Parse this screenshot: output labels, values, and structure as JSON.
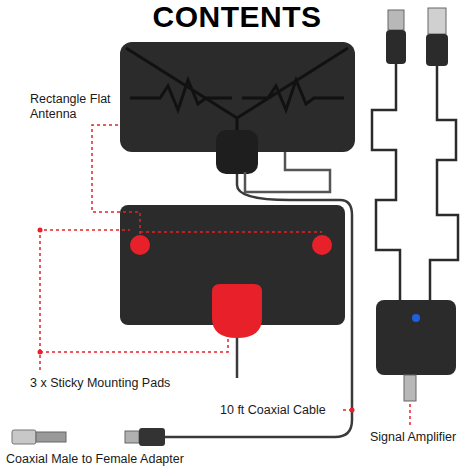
{
  "diagram": {
    "title": "CONTENTS",
    "labels": [
      "Rectangle Flat Antenna",
      "3 x Sticky Mounting Pads",
      "10 ft Coaxial Cable",
      "Signal Amplifier",
      "Coaxial Male to Female Adapter"
    ]
  }
}
